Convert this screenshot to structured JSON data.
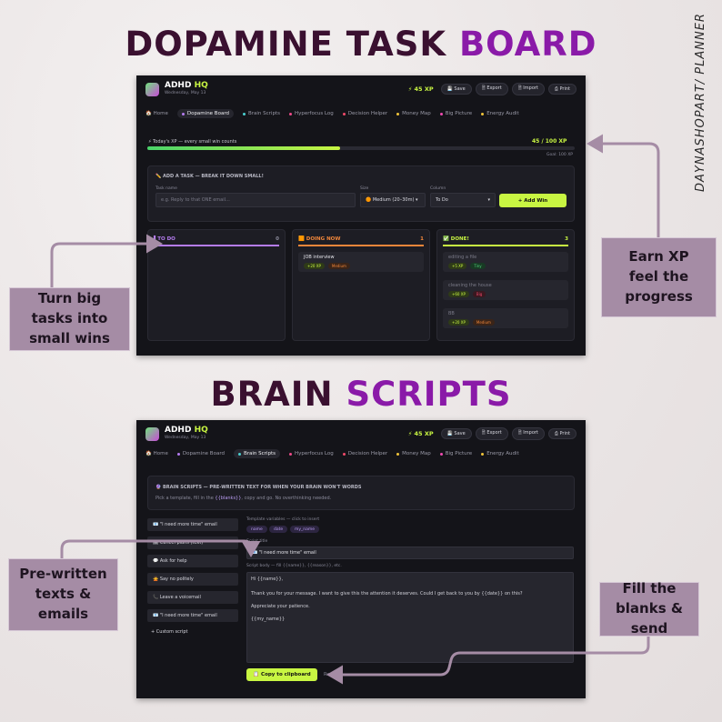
{
  "headings": {
    "top_dark": "DOPAMINE TASK ",
    "top_purple": "BOARD",
    "bottom_dark": "BRAIN ",
    "bottom_purple": "SCRIPTS"
  },
  "side_credit": "DAYNASHOPART/ PLANNER",
  "app": {
    "brand": "ADHD ",
    "brand_accent": "HQ",
    "date": "Wednesday, May 13",
    "xp_badge": "⚡ 45 XP",
    "buttons": [
      "💾 Save",
      "🗎 Export",
      "🗎 Import",
      "⎙ Print"
    ],
    "tabs": [
      {
        "label": "🏠 Home",
        "dot": "#c8f542"
      },
      {
        "label": "Dopamine Board",
        "dot": "#b57cf0"
      },
      {
        "label": "Brain Scripts",
        "dot": "#4ad0d0"
      },
      {
        "label": "Hyperfocus Log",
        "dot": "#f04a8a"
      },
      {
        "label": "Decision Helper",
        "dot": "#f04a6a"
      },
      {
        "label": "Money Map",
        "dot": "#f0c43a"
      },
      {
        "label": "Big Picture",
        "dot": "#f04ab0"
      },
      {
        "label": "Energy Audit",
        "dot": "#f0c43a"
      }
    ]
  },
  "board": {
    "xp_label": "⚡ Today's XP — every small win counts",
    "xp_value": "45 / 100 XP",
    "xp_progress": 0.45,
    "goal": "Goal: 100 XP",
    "add_task": {
      "title": "✏️ ADD A TASK — BREAK IT DOWN SMALL!",
      "task_label": "Task name",
      "task_placeholder": "e.g. Reply to that ONE email...",
      "size_label": "Size",
      "size_value": "🟠 Medium (20–30m) ▾",
      "column_label": "Column",
      "column_value": "To Do",
      "add_button": "+ Add Win"
    },
    "columns": [
      {
        "title": "▌TO DO",
        "count": "0",
        "color": "#b57cf0",
        "cards": []
      },
      {
        "title": "🟧 DOING NOW",
        "count": "1",
        "color": "#f0863a",
        "cards": [
          {
            "title": "JOB interview",
            "xp": "+20 XP",
            "size": "Medium",
            "size_kind": "med"
          }
        ]
      },
      {
        "title": "✅ DONE!",
        "count": "3",
        "color": "#c8f542",
        "cards": [
          {
            "title": "editing a file",
            "xp": "+5 XP",
            "size": "Tiny",
            "size_kind": "easy"
          },
          {
            "title": "cleaning the house",
            "xp": "+60 XP",
            "size": "Big",
            "size_kind": "big"
          },
          {
            "title": "BB",
            "xp": "+20 XP",
            "size": "Medium",
            "size_kind": "med"
          }
        ]
      }
    ]
  },
  "scripts": {
    "title": "🔮 BRAIN SCRIPTS — PRE-WRITTEN TEXT FOR WHEN YOUR BRAIN WON'T WORDS",
    "subtitle_pre": "Pick a template, fill in the ",
    "subtitle_blank": "{{blanks}}",
    "subtitle_post": ", copy and go. No overthinking needed.",
    "templates": [
      "📧 \"I need more time\" email",
      "🗓 Cancel plans (text)",
      "💬 Ask for help",
      "🙅 Say no politely",
      "📞 Leave a voicemail",
      "📧 \"I need more time\" email"
    ],
    "custom": "+ Custom script",
    "vars_label": "Template variables — click to insert",
    "vars": [
      "name",
      "date",
      "my_name"
    ],
    "script_title_label": "Script title",
    "script_title_value": "📧 \"I need more time\" email",
    "body_label": "Script body — fill {{name}}, {{reason}}, etc.",
    "body_lines": [
      "Hi {{name}},",
      "Thank you for your message. I want to give this the attention it deserves. Could I get back to you by {{date}} on this?",
      "Appreciate your patience.",
      "{{my_name}}"
    ],
    "copy_button": "📋 Copy to clipboard",
    "status": "Ready!"
  },
  "callouts": {
    "small_wins": "Turn big tasks into small wins",
    "earn_xp": "Earn XP feel the progress",
    "prewritten": "Pre-written texts & emails",
    "fill_blanks": "Fill the blanks & send"
  },
  "colors": {
    "lime": "#c8f542",
    "purple": "#8a1aa8",
    "callout_bg": "#a58ca5",
    "app_bg": "#141419"
  }
}
